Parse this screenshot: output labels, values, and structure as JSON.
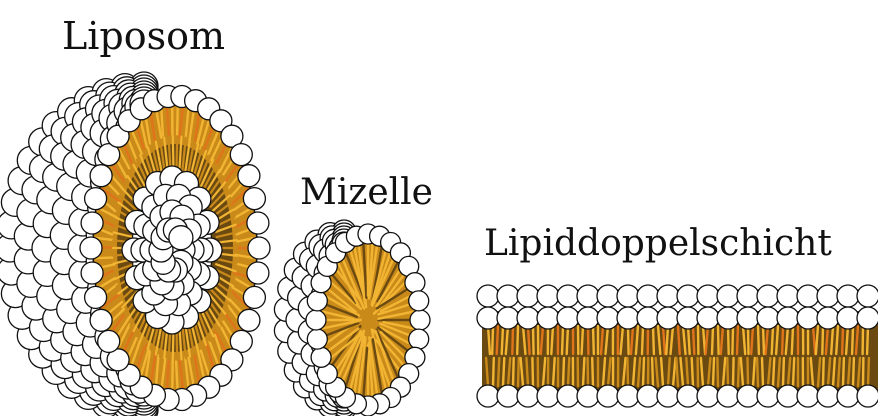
{
  "labels": {
    "liposome": "Liposom",
    "micelle": "Mizelle",
    "bilayer": "Lipiddoppelschicht"
  },
  "colors": {
    "head_fill": "#ffffff",
    "outline": "#111111",
    "tail_dark": "#6b4a12",
    "tail_mid": "#c98a1a",
    "tail_light": "#f2b533",
    "tail_orange": "#e0741a"
  }
}
